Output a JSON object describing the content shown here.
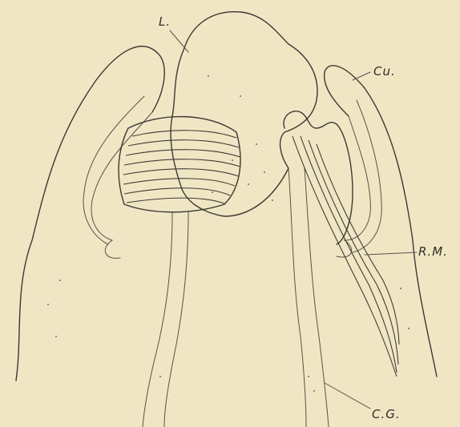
{
  "labels": {
    "lip": "L.",
    "cuticle": "Cu.",
    "retractor_muscle": "R.M.",
    "cerebral_ganglion": "C.G."
  }
}
